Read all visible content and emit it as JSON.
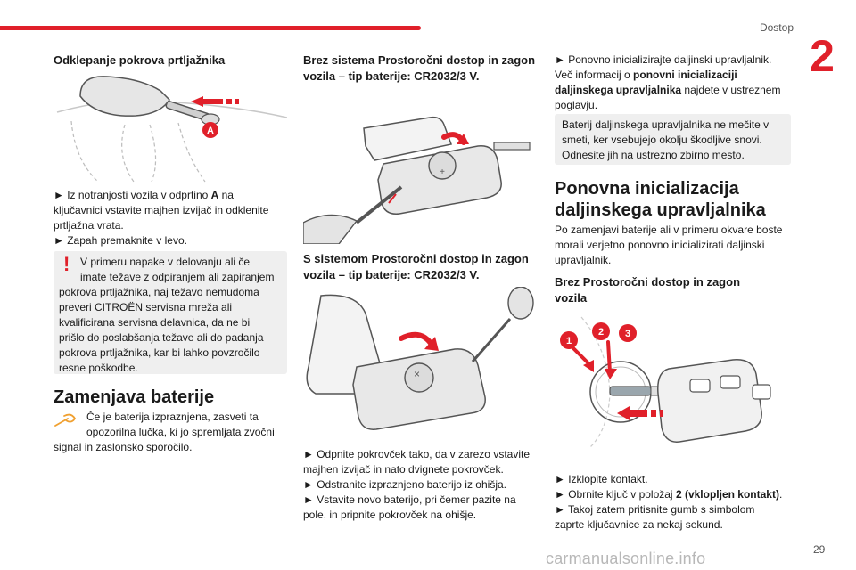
{
  "header": {
    "section": "Dostop",
    "chapter": "2"
  },
  "col1": {
    "h_hood": "Odklepanje pokrova prtljažnika",
    "fig_label_a": "A",
    "p1_line1a": "► Iz notranjosti vozila v odprtino ",
    "p1_line1b": "A",
    "p1_line1c": " na",
    "p1_line2": "ključavnici vstavite majhen izvijač in odklenite",
    "p1_line3": "prtljažna vrata.",
    "p1_line4": "► Zapah premaknite v levo.",
    "warning_mark": "!",
    "warning_lines": [
      "V primeru napake v delovanju ali če",
      "imate težave z odpiranjem ali zapiranjem",
      "pokrova prtljažnika, naj težavo nemudoma",
      "preveri CITROËN servisna mreža ali",
      "kvalificirana servisna delavnica, da ne bi",
      "prišlo do poslabšanja težave ali do padanja",
      "pokrova prtljažnika, kar bi lahko povzročilo",
      "resne poškodbe."
    ],
    "h_battery": "Zamenjava baterije",
    "info_line1": "Če je baterija izpraznjena, zasveti ta",
    "info_line2": "opozorilna lučka, ki jo spremljata zvočni",
    "info_line3": "signal in zaslonsko sporočilo."
  },
  "col2": {
    "h_without_line1": "Brez sistema Prostoročni dostop in zagon",
    "h_without_line2": "vozila – tip baterije: CR2032/3 V.",
    "h_with_line1": "S sistemom Prostoročni dostop in zagon",
    "h_with_line2": "vozila – tip baterije: CR2032/3 V.",
    "steps": [
      "► Odpnite pokrovček tako, da v zarezo vstavite",
      "majhen izvijač in nato dvignete pokrovček.",
      "► Odstranite izpraznjeno baterijo iz ohišja.",
      "► Vstavite novo baterijo, pri čemer pazite na",
      "pole, in pripnite pokrovček na ohišje."
    ]
  },
  "col3": {
    "p_reinit_line1": "► Ponovno inicializirajte daljinski upravljalnik.",
    "p_reinit_line2a": "Več informacij o ",
    "p_reinit_line2b": "ponovni inicializaciji",
    "p_reinit_line3a": "daljinskega upravljalnika",
    "p_reinit_line3b": " najdete v ustreznem",
    "p_reinit_line4": "poglavju.",
    "eco_lines": [
      "Baterij daljinskega upravljalnika ne mečite v",
      "smeti, ker vsebujejo okolju škodljive snovi.",
      "Odnesite jih na ustrezno zbirno mesto."
    ],
    "h_reinit_line1": "Ponovna inicializacija",
    "h_reinit_line2": "daljinskega upravljalnika",
    "p_after_lines": [
      "Po zamenjavi baterije ali v primeru okvare boste",
      "morali verjetno ponovno inicializirati daljinski",
      "upravljalnik."
    ],
    "h_noaccess_line1": "Brez Prostoročni dostop in zagon",
    "h_noaccess_line2": "vozila",
    "fig_badges": [
      "1",
      "2",
      "3"
    ],
    "step1": "► Izklopite kontakt.",
    "step2a": "► Obrnite ključ v položaj ",
    "step2b": "2 (vklopljen kontakt)",
    "step2c": ".",
    "step3_line1": "► Takoj zatem pritisnite gumb s simbolom",
    "step3_line2": "zaprte ključavnice za nekaj sekund."
  },
  "footer": {
    "page": "29",
    "watermark": "carmanualsonline.info"
  },
  "colors": {
    "accent_red": "#e0202a",
    "box_gray": "#efefef",
    "info_orange": "#f0a030"
  }
}
